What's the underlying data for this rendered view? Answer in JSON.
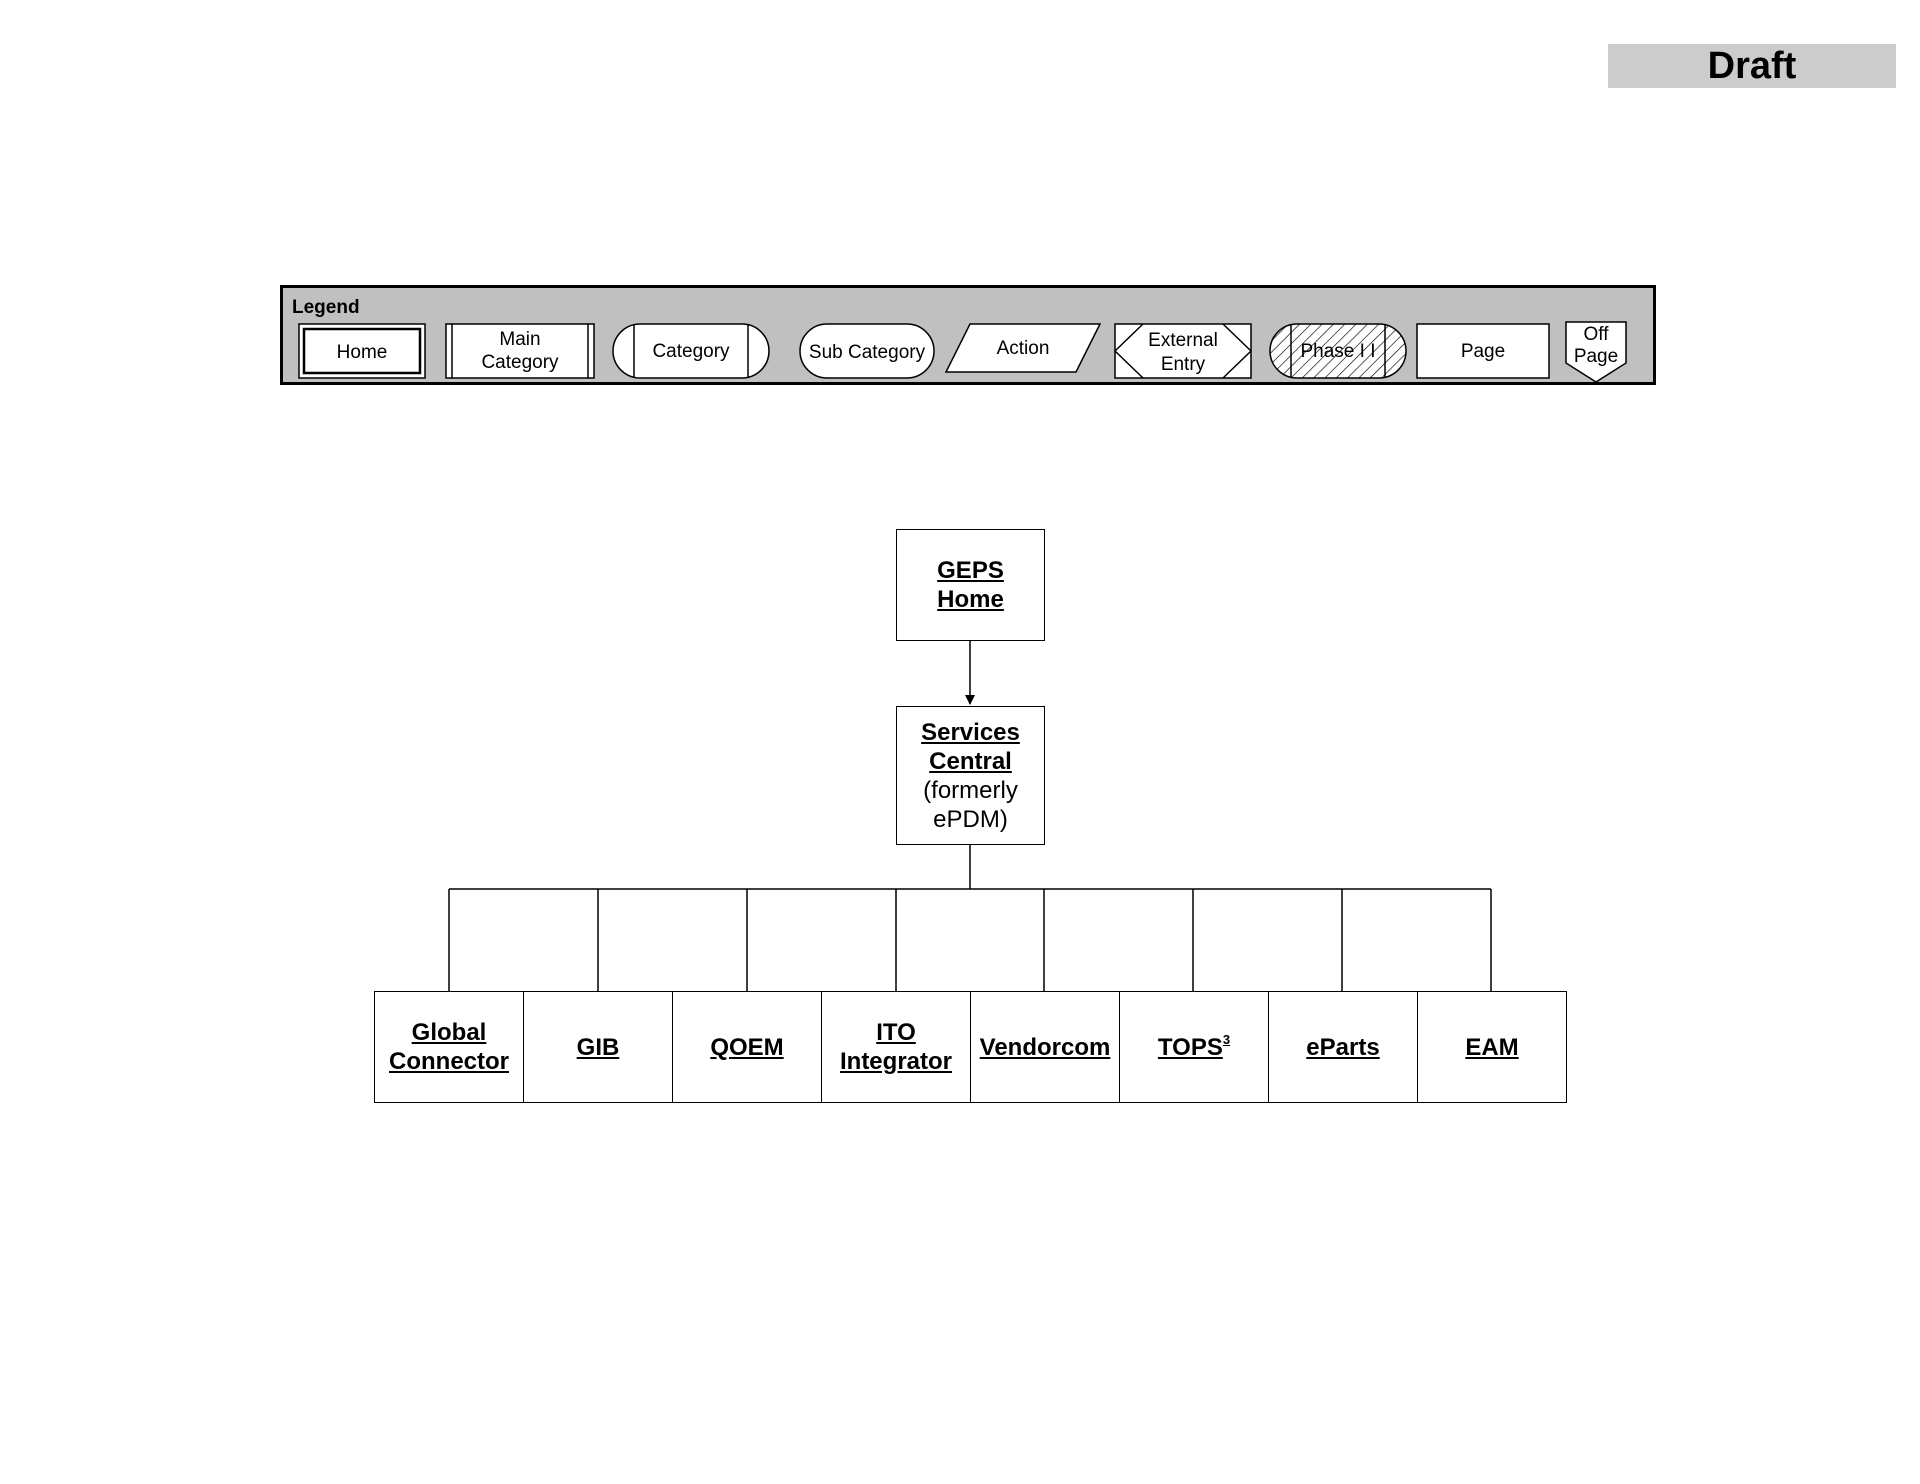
{
  "draft_label": "Draft",
  "legend": {
    "title": "Legend",
    "items": {
      "home": "Home",
      "main_category": [
        "Main",
        "Category"
      ],
      "category": "Category",
      "sub_category": "Sub Category",
      "action": "Action",
      "external_entry": [
        "External",
        "Entry"
      ],
      "phase": "Phase I I",
      "page": "Page",
      "off_page": [
        "Off",
        "Page"
      ]
    }
  },
  "diagram": {
    "root": {
      "lines": [
        "GEPS",
        "Home"
      ]
    },
    "child": {
      "link_lines": [
        "Services",
        "Central"
      ],
      "plain_lines": [
        "(formerly",
        "ePDM)"
      ]
    },
    "leaves": [
      {
        "lines": [
          "Global",
          "Connector"
        ]
      },
      {
        "lines": [
          "GIB"
        ]
      },
      {
        "lines": [
          "QOEM"
        ]
      },
      {
        "lines": [
          "ITO",
          "Integrator"
        ]
      },
      {
        "lines": [
          "Vendorcom"
        ]
      },
      {
        "lines": [
          "TOPS"
        ],
        "sup": "3"
      },
      {
        "lines": [
          "eParts"
        ]
      },
      {
        "lines": [
          "EAM"
        ]
      }
    ]
  }
}
